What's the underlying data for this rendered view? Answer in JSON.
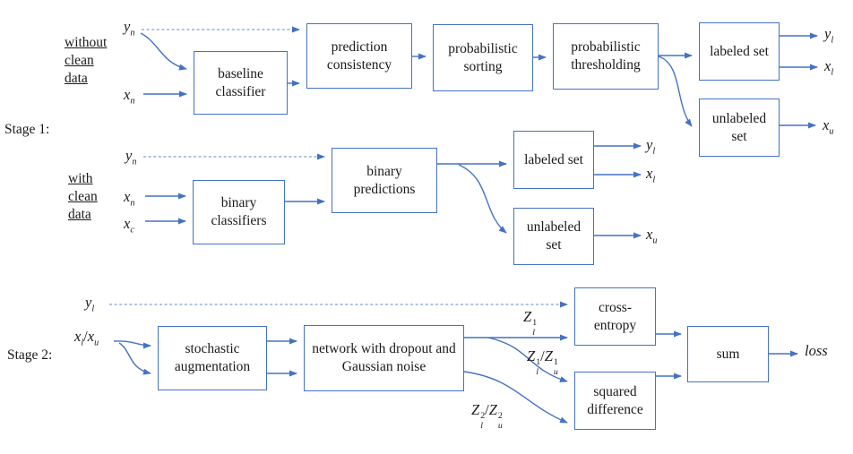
{
  "colors": {
    "box-border": "#4472c4",
    "arrow": "#4472c4",
    "dashed-arrow": "#7e9fd8",
    "text": "#1a1a1a"
  },
  "stage1": {
    "label": "Stage 1:",
    "without_clean": {
      "group_label_lines": [
        "without",
        "clean",
        "data"
      ],
      "inputs": {
        "y_n": "y_n",
        "x_n": "x_n"
      },
      "boxes": {
        "baseline_classifier": "baseline classifier",
        "prediction_consistency": "prediction consistency",
        "probabilistic_sorting": "probabilistic sorting",
        "probabilistic_thresholding": "probabilistic thresholding",
        "labeled_set": "labeled set",
        "unlabeled_set": "unlabeled set"
      },
      "outputs": {
        "y_l": "y_l",
        "x_l": "x_l",
        "x_u": "x_u"
      }
    },
    "with_clean": {
      "group_label_lines": [
        "with",
        "clean",
        "data"
      ],
      "inputs": {
        "y_n": "y_n",
        "x_n": "x_n",
        "x_c": "x_c"
      },
      "boxes": {
        "binary_classifiers": "binary classifiers",
        "binary_predictions": "binary predictions",
        "labeled_set": "labeled set",
        "unlabeled_set": "unlabeled set"
      },
      "outputs": {
        "y_l": "y_l",
        "x_l": "x_l",
        "x_u": "x_u"
      }
    }
  },
  "stage2": {
    "label": "Stage 2:",
    "inputs": {
      "y_l": "y_l",
      "x_lu": "x_l/x_u"
    },
    "boxes": {
      "stochastic_augmentation": "stochastic augmentation",
      "network_dropout": "network with dropout and Gaussian noise",
      "cross_entropy": "cross-entropy",
      "squared_difference": "squared difference",
      "sum": "sum"
    },
    "edge_labels": {
      "z1": "Z_l^1",
      "z1_u1": "Z_l^1/Z_u^1",
      "z2_u2": "Z_l^2/Z_u^2"
    },
    "output": "loss"
  }
}
